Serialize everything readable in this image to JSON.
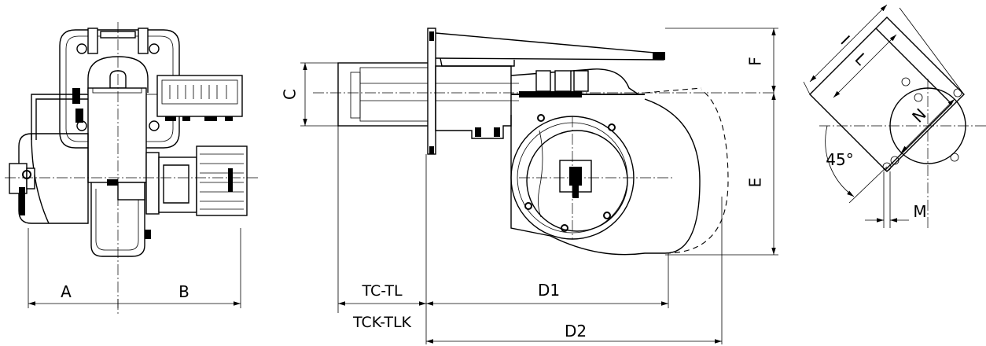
{
  "dimensions": {
    "a": "A",
    "b": "B",
    "c": "C",
    "e": "E",
    "f": "F",
    "i": "I",
    "l": "L",
    "n": "N",
    "m": "M",
    "d1": "D1",
    "d2": "D2",
    "tc_tl": "TC-TL",
    "tck_tlk": "TCK-TLK",
    "angle": "45°"
  }
}
